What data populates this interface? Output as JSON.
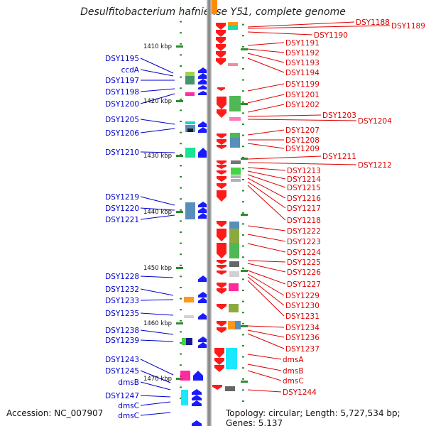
{
  "title": "Desulfitobacterium hafniense Y51, complete genome",
  "footer": {
    "accession": "Accession: NC_007907",
    "topology": "Topology: circular; Length: 5,727,534 bp; Genes: 5,137"
  },
  "colors": {
    "left_label": "#0000cc",
    "right_label": "#dd0000",
    "forward_arrow": "#1a1aff",
    "reverse_arrow": "#ff1a1a",
    "axis": "#999999",
    "ticks": "#2e8b2e"
  },
  "scale_ticks": [
    "1410 kbp",
    "1420 kbp",
    "1430 kbp",
    "1440 kbp",
    "1450 kbp",
    "1460 kbp",
    "1470 kbp"
  ],
  "left_labels": [
    "DSY1195",
    "ccdA",
    "DSY1197",
    "DSY1198",
    "DSY1200",
    "DSY1205",
    "DSY1206",
    "DSY1210",
    "DSY1219",
    "DSY1220",
    "DSY1221",
    "DSY1228",
    "DSY1232",
    "DSY1233",
    "DSY1235",
    "DSY1238",
    "DSY1239",
    "DSY1243",
    "DSY1245",
    "dmsB",
    "DSY1247",
    "dmsC",
    "dmsC"
  ],
  "right_labels": [
    "DSY1188",
    "DSY1189",
    "DSY1190",
    "DSY1191",
    "DSY1192",
    "DSY1193",
    "DSY1194",
    "DSY1199",
    "DSY1201",
    "DSY1202",
    "DSY1203",
    "DSY1204",
    "DSY1207",
    "DSY1208",
    "DSY1209",
    "DSY1211",
    "DSY1212",
    "DSY1213",
    "DSY1214",
    "DSY1215",
    "DSY1216",
    "DSY1217",
    "DSY1218",
    "DSY1222",
    "DSY1223",
    "DSY1224",
    "DSY1225",
    "DSY1226",
    "DSY1227",
    "DSY1229",
    "DSY1230",
    "DSY1231",
    "DSY1234",
    "DSY1236",
    "DSY1237",
    "dmsA",
    "dmsB",
    "dmsC",
    "DSY1244"
  ]
}
